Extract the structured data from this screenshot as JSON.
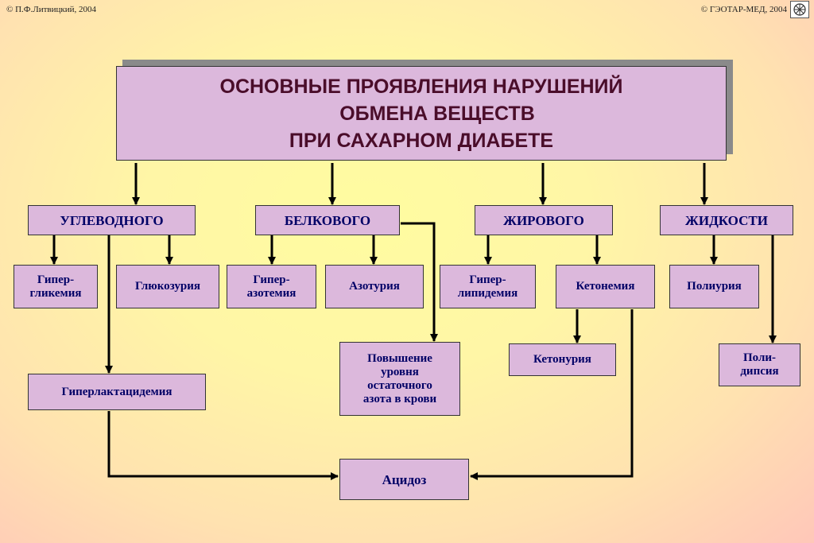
{
  "copyright_left": "© П.Ф.Литвицкий, 2004",
  "copyright_right": "© ГЭОТАР-МЕД, 2004",
  "title": {
    "line1": "ОСНОВНЫЕ  ПРОЯВЛЕНИЯ  НАРУШЕНИЙ",
    "line2": "ОБМЕНА  ВЕЩЕСТВ",
    "line3": "ПРИ  САХАРНОМ  ДИАБЕТЕ"
  },
  "categories": {
    "carb": "УГЛЕВОДНОГО",
    "protein": "БЕЛКОВОГО",
    "fat": "ЖИРОВОГО",
    "fluid": "ЖИДКОСТИ"
  },
  "nodes": {
    "hyperglycemia": "Гипер-\nгликемия",
    "glucosuria": "Глюкозурия",
    "hyperazotemia": "Гипер-\nазотемия",
    "azoturia": "Азотурия",
    "hyperlipidemia": "Гипер-\nлипидемия",
    "ketonemia": "Кетонемия",
    "polyuria": "Полиурия",
    "residual_nitrogen": "Повышение\nуровня\nостаточного\nазота в крови",
    "ketonuria": "Кетонурия",
    "polydipsia": "Поли-\nдипсия",
    "hyperlactacidemia": "Гиперлактацидемия",
    "acidosis": "Ацидоз"
  }
}
